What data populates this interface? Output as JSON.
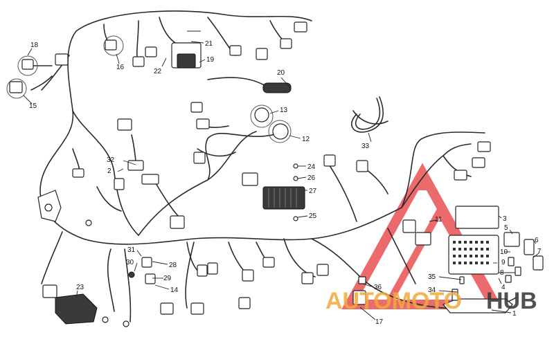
{
  "diagram": {
    "type": "exploded parts diagram",
    "callouts": [
      "1",
      "2",
      "3",
      "4",
      "5",
      "6",
      "7",
      "8",
      "9",
      "10",
      "11",
      "12",
      "13",
      "14",
      "15",
      "16",
      "17",
      "18",
      "19",
      "20",
      "21",
      "22",
      "23",
      "24",
      "25",
      "26",
      "27",
      "28",
      "29",
      "30",
      "31",
      "32",
      "33",
      "34",
      "35",
      "36"
    ]
  },
  "watermark": {
    "text_auto": "AUTOMOTO",
    "text_hub": "HUB",
    "color_primary": "#e8393b",
    "color_secondary": "#f2a93b",
    "color_dark": "#333333"
  }
}
